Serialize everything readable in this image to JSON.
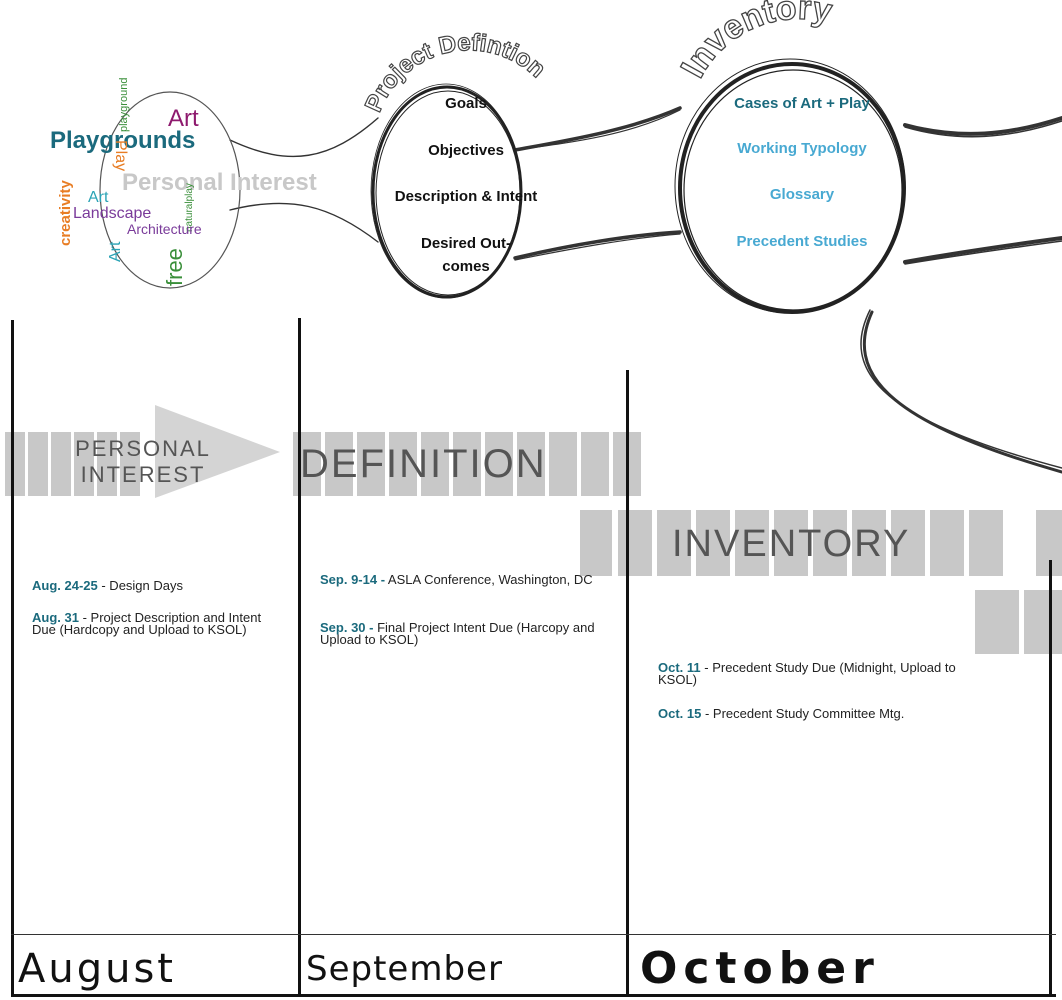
{
  "word_cloud": {
    "art": "Art",
    "playgrounds": "Playgrounds",
    "playground": "playground",
    "play": "Play",
    "personal_interest": "Personal Interest",
    "creativity": "creativity",
    "art2": "Art",
    "landscape": "Landscape",
    "natural_play": "naturalplay",
    "architecture": "Architecture",
    "art3": "Art",
    "free": "free"
  },
  "project_definition": {
    "arc_title": "Project Defintion",
    "items": [
      "Goals",
      "Objectives",
      "Description & Intent",
      "Desired Out-",
      "comes"
    ]
  },
  "inventory": {
    "arc_title": "Inventory",
    "items": [
      "Cases of Art + Play",
      "Working Typology",
      "Glossary",
      "Precedent Studies"
    ]
  },
  "banners": {
    "personal_interest_line1": "PERSONAL",
    "personal_interest_line2": "INTEREST",
    "definition": "DEFINITION",
    "inventory": "INVENTORY"
  },
  "events": {
    "august": [
      {
        "date": "Aug. 24-25",
        "text": " - Design Days"
      },
      {
        "date": "Aug. 31",
        "text": " - Project Description and Intent Due (Hardcopy and Upload to KSOL)"
      }
    ],
    "september": [
      {
        "date": "Sep. 9-14 -",
        "text": " ASLA Conference, Washington, DC"
      },
      {
        "date": "Sep. 30 -",
        "text": " Final Project Intent Due (Harcopy and Upload to KSOL)"
      }
    ],
    "october": [
      {
        "date": "Oct. 11",
        "text": " - Precedent Study Due (Midnight, Upload to KSOL)"
      },
      {
        "date": "Oct. 15",
        "text": " - Precedent Study Committee Mtg."
      }
    ]
  },
  "months": [
    "August",
    "September",
    "October"
  ],
  "colors": {
    "teal_dark": "#1b6a7d",
    "teal_light": "#48a9d2",
    "magenta": "#8e1a6e",
    "orange": "#e87d24",
    "green": "#3a8f3a",
    "purple": "#7a3b9a",
    "banner_gray": "#c8c8c8"
  }
}
